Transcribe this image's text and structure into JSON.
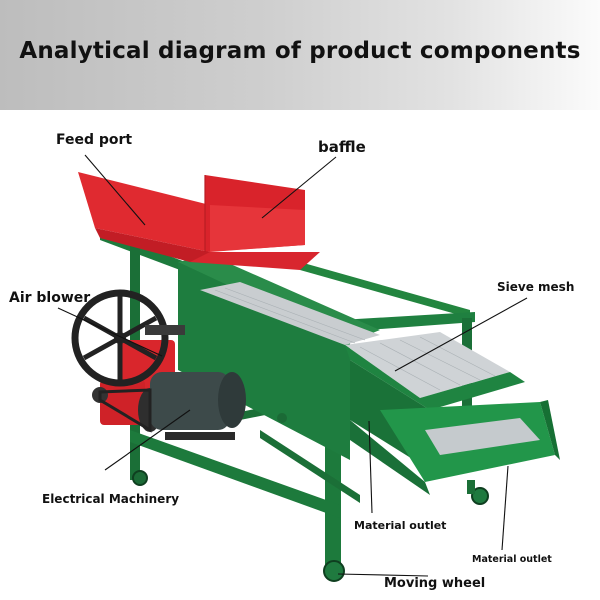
{
  "header": {
    "title": "Analytical diagram of product components"
  },
  "labels": {
    "feed_port": "Feed port",
    "baffle": "baffle",
    "sieve_mesh": "Sieve mesh",
    "air_blower": "Air blower",
    "electrical_machinery": "Electrical Machinery",
    "material_outlet_1": "Material outlet",
    "material_outlet_2": "Material outlet",
    "moving_wheel": "Moving wheel"
  },
  "colors": {
    "frame_green": "#1f7a3f",
    "hopper_red": "#e0262e",
    "motor_gray": "#3d4a4a",
    "banner_gray": "#c8c8c8"
  }
}
